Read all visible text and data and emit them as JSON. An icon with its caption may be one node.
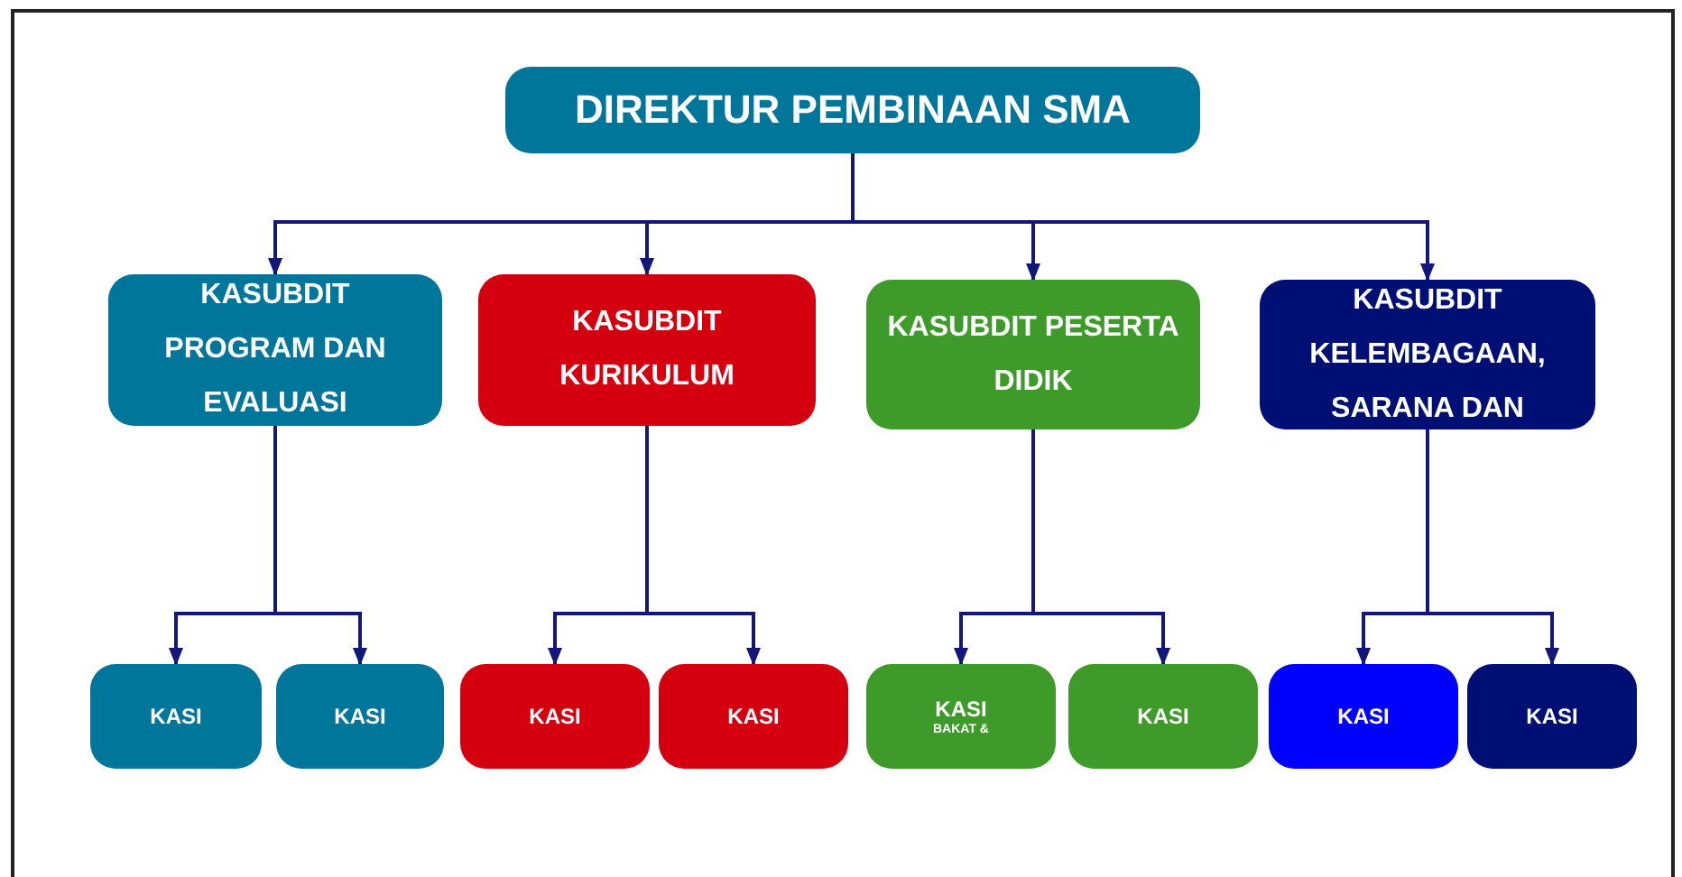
{
  "diagram": {
    "nodes": [
      {
        "text": [
          "DIREKTUR PEMBINAAN SMA"
        ]
      },
      {
        "text": [
          "KASUBDIT PROGRAM DAN EVALUASI"
        ]
      },
      {
        "text": [
          "KASUBDIT KURIKULUM"
        ]
      },
      {
        "text": [
          "KASUBDIT PESERTA DIDIK"
        ]
      },
      {
        "text": [
          "KASUBDIT KELEMBAGAAN, SARANA DAN"
        ]
      },
      {
        "text": [
          "KASI"
        ]
      },
      {
        "text": [
          "KASI"
        ]
      },
      {
        "text": [
          "KASI"
        ]
      },
      {
        "text": [
          "KASI"
        ]
      },
      {
        "text": [
          "KASI",
          "BAKAT &"
        ]
      },
      {
        "text": [
          "KASI"
        ]
      },
      {
        "text": [
          "KASI"
        ]
      },
      {
        "text": [
          "KASI"
        ]
      }
    ],
    "edges": [
      {
        "from": 0,
        "to": 1,
        "arrow": "to"
      },
      {
        "from": 0,
        "to": 2,
        "arrow": "to"
      },
      {
        "from": 0,
        "to": 3,
        "arrow": "to"
      },
      {
        "from": 0,
        "to": 4,
        "arrow": "to"
      },
      {
        "from": 1,
        "to": 5,
        "arrow": "to"
      },
      {
        "from": 1,
        "to": 6,
        "arrow": "to"
      },
      {
        "from": 2,
        "to": 7,
        "arrow": "to"
      },
      {
        "from": 2,
        "to": 8,
        "arrow": "to"
      },
      {
        "from": 3,
        "to": 9,
        "arrow": "to"
      },
      {
        "from": 3,
        "to": 10,
        "arrow": "to"
      },
      {
        "from": 4,
        "to": 11,
        "arrow": "to"
      },
      {
        "from": 4,
        "to": 12,
        "arrow": "to"
      }
    ]
  }
}
